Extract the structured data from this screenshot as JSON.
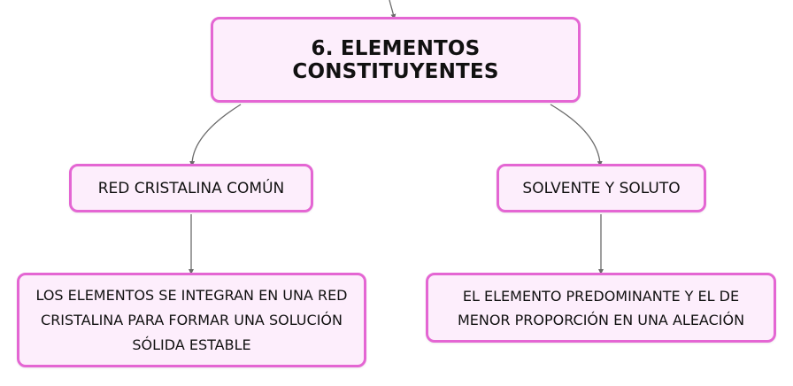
{
  "colors": {
    "node_fill": "#fdeefc",
    "node_border": "#e466d3",
    "connector": "#6b6b6b"
  },
  "map": {
    "main_topic": "6. ELEMENTOS CONSTITUYENTES",
    "branch_left": "RED CRISTALINA COMÚN",
    "branch_right": "SOLVENTE Y SOLUTO",
    "leaf_left": "LOS ELEMENTOS SE INTEGRAN EN UNA RED CRISTALINA PARA FORMAR UNA SOLUCIÓN SÓLIDA ESTABLE",
    "leaf_right": "EL ELEMENTO PREDOMINANTE Y EL DE MENOR PROPORCIÓN EN UNA ALEACIÓN"
  }
}
